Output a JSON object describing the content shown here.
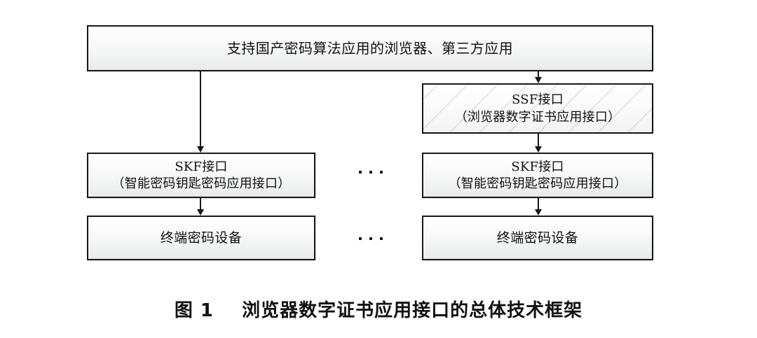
{
  "figure": {
    "caption": "图 1    浏览器数字证书应用接口的总体技术框架",
    "caption_label": "图 1",
    "caption_title": "浏览器数字证书应用接口的总体技术框架"
  },
  "diagram": {
    "type": "block-architecture",
    "ellipsis": "...",
    "nodes": {
      "application_layer": {
        "text": "支持国产密码算法应用的浏览器、第三方应用"
      },
      "ssf_interface": {
        "line1": "SSF接口",
        "line2": "（浏览器数字证书应用接口）"
      },
      "skf_interface_left": {
        "line1": "SKF接口",
        "line2": "（智能密码钥匙密码应用接口）"
      },
      "skf_interface_right": {
        "line1": "SKF接口",
        "line2": "（智能密码钥匙密码应用接口）"
      },
      "device_left": {
        "text": "终端密码设备"
      },
      "device_right": {
        "text": "终端密码设备"
      }
    }
  },
  "colors": {
    "border": "#17181a",
    "fill_top": "#fefefe",
    "fill_bottom": "#e9eaea",
    "hatch": "#969ba2",
    "text": "#101010",
    "caption": "#111111",
    "page_background": "#ffffff"
  }
}
